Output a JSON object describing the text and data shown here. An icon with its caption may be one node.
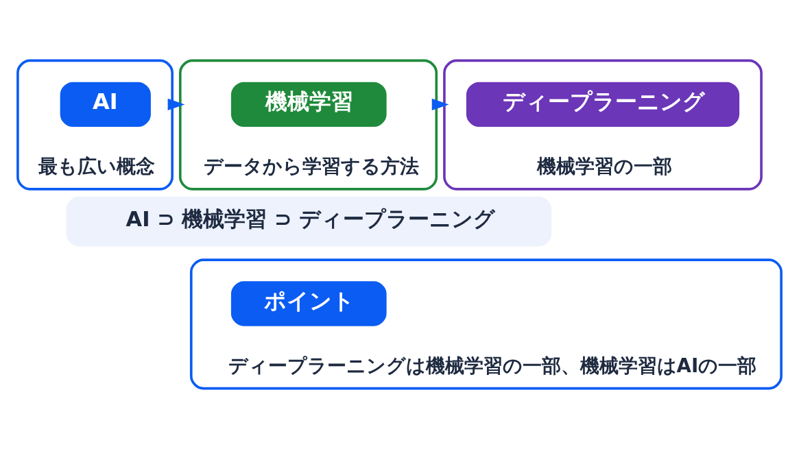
{
  "diagram": {
    "nodes": [
      {
        "text": [
          "最も広い概念"
        ]
      },
      {
        "text": [
          "AI"
        ],
        "in": 0
      },
      {
        "text": [
          "データから学習する方法"
        ]
      },
      {
        "text": [
          "機械学習"
        ],
        "in": 2
      },
      {
        "text": [
          "機械学習の一部"
        ]
      },
      {
        "text": [
          "ディープラーニング"
        ],
        "in": 4
      },
      {
        "text": [
          "AI ⊃ 機械学習 ⊃ ディープラーニング"
        ]
      },
      {
        "text": [
          "ディープラーニングは機械学習の一部、機械学習はAIの一部"
        ]
      },
      {
        "text": [
          "ポイント"
        ],
        "in": 7
      }
    ],
    "edges": [
      {
        "from": 0,
        "to": 2,
        "arrow": "to"
      },
      {
        "from": 2,
        "to": 4,
        "arrow": "to"
      }
    ]
  }
}
